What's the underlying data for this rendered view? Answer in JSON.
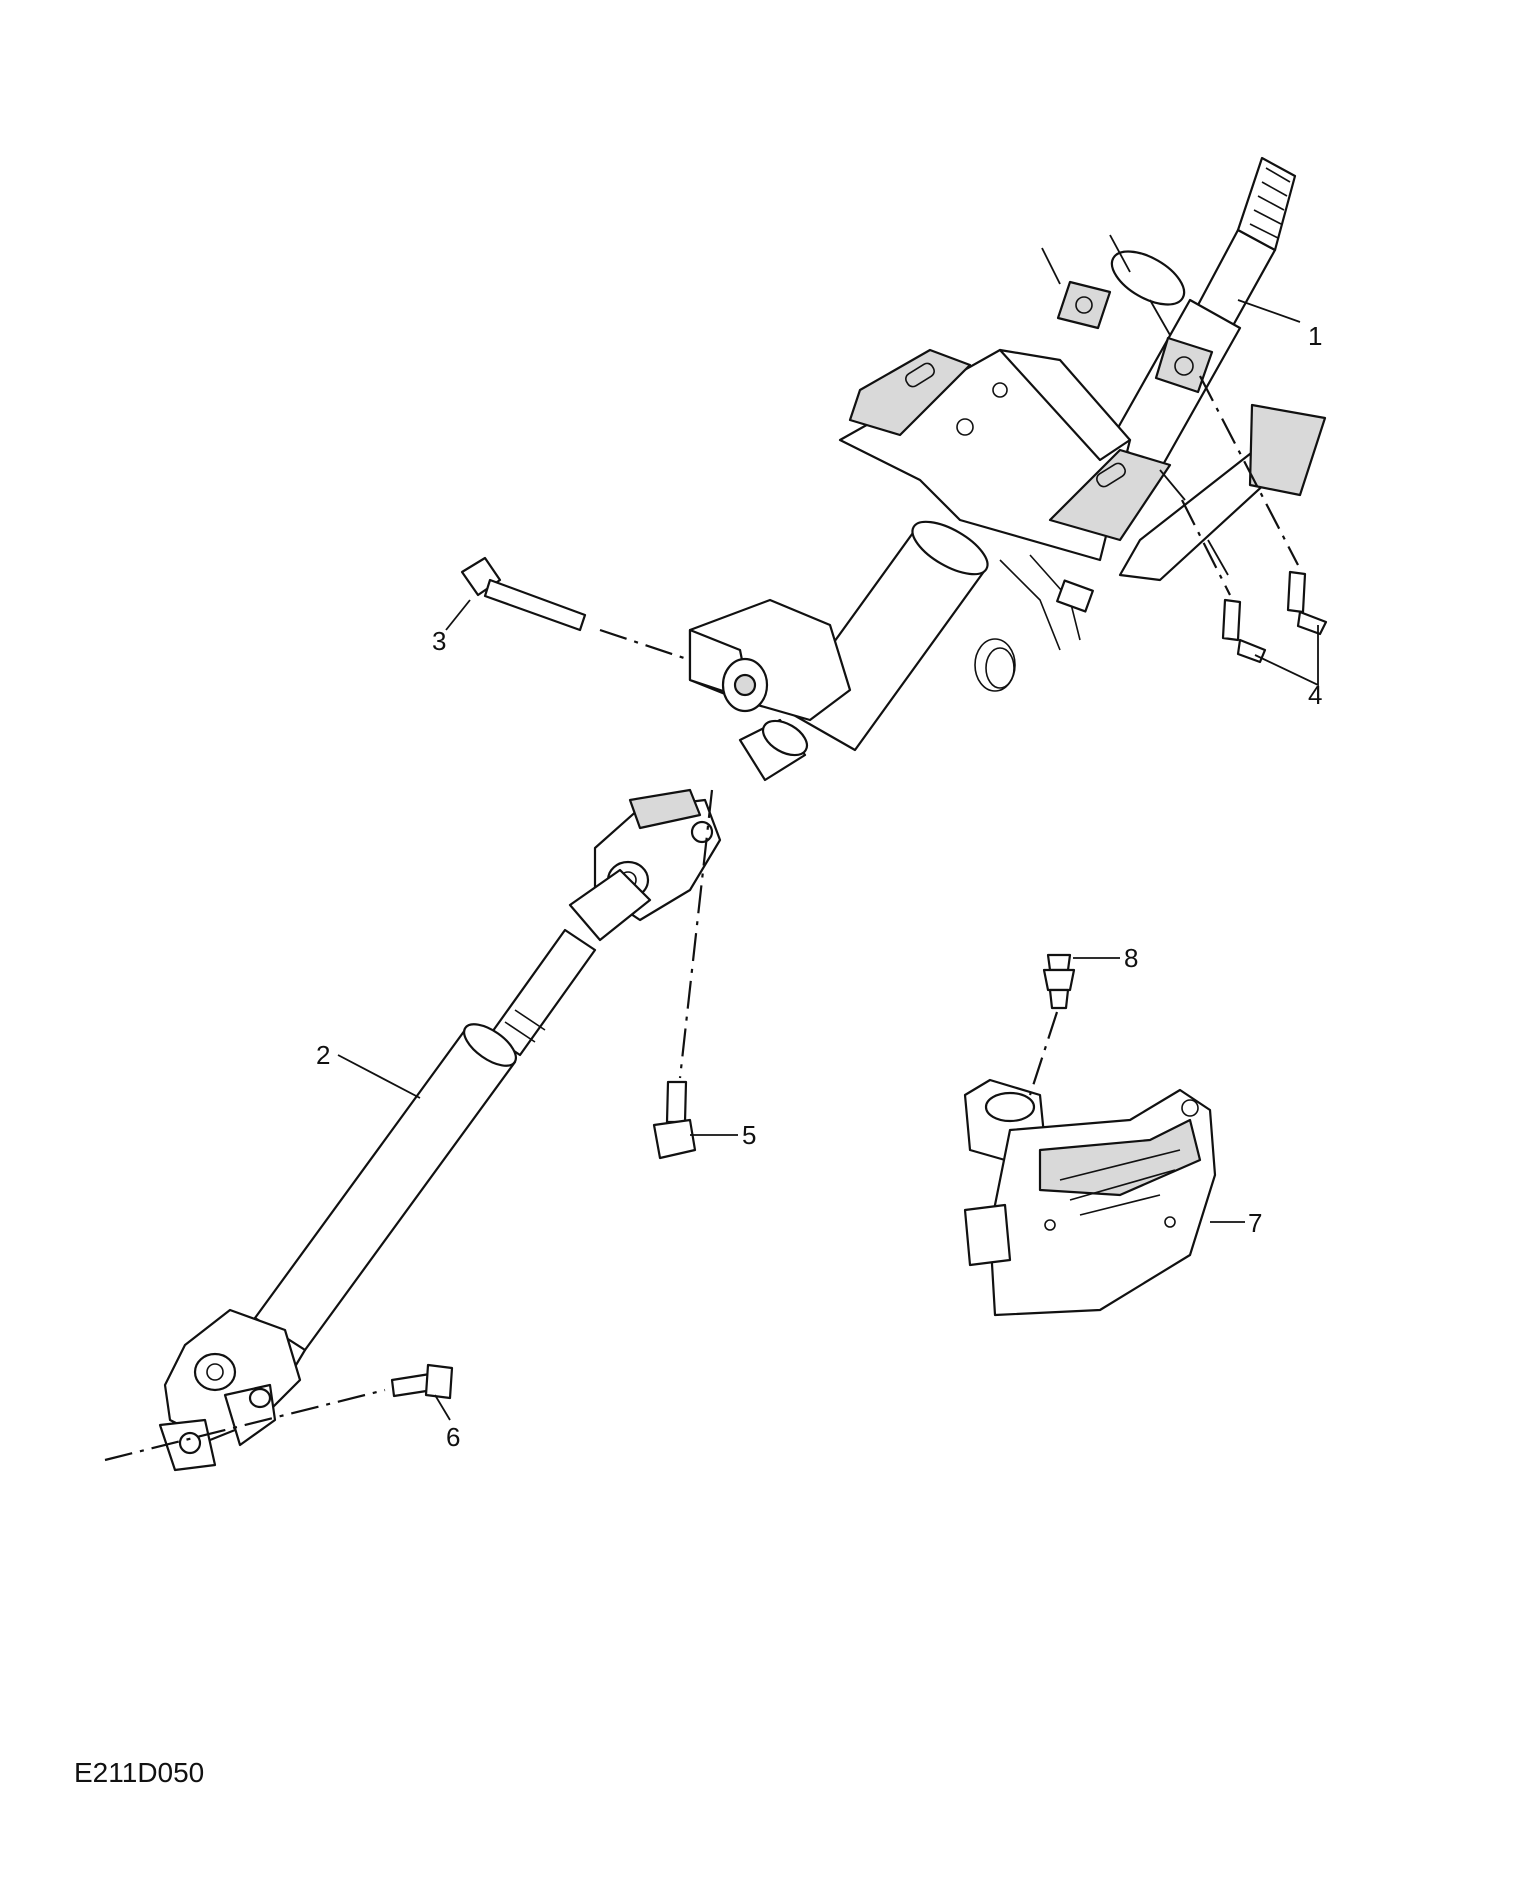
{
  "diagram": {
    "reference_code": "E211D050",
    "callouts": [
      {
        "id": "1",
        "label": "1"
      },
      {
        "id": "2",
        "label": "2"
      },
      {
        "id": "3",
        "label": "3"
      },
      {
        "id": "4",
        "label": "4"
      },
      {
        "id": "5",
        "label": "5"
      },
      {
        "id": "6",
        "label": "6"
      },
      {
        "id": "7",
        "label": "7"
      },
      {
        "id": "8",
        "label": "8"
      }
    ]
  }
}
